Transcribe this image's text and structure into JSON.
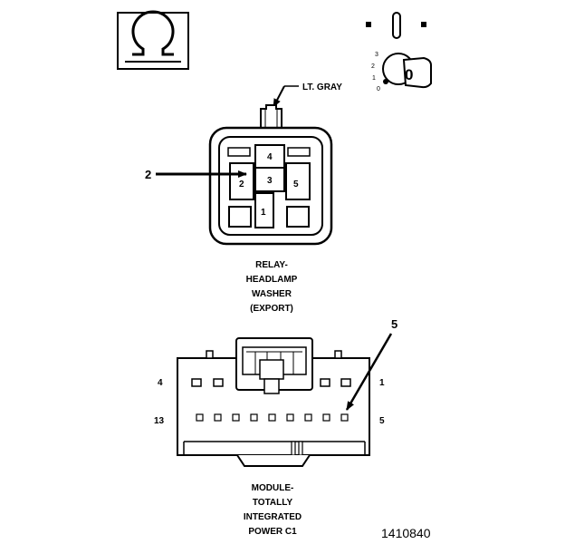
{
  "relay_connector": {
    "wire_color": "LT. GRAY",
    "callout_number": "2",
    "cavities": [
      "4",
      "3",
      "2",
      "5",
      "1"
    ],
    "title_lines": [
      "RELAY-",
      "HEADLAMP",
      "WASHER",
      "(EXPORT)"
    ]
  },
  "module_connector": {
    "callout_number": "5",
    "pin_top_left": "4",
    "pin_top_right": "1",
    "pin_bottom_left": "13",
    "pin_bottom_right": "5",
    "title_lines": [
      "MODULE-",
      "TOTALLY",
      "INTEGRATED",
      "POWER C1"
    ]
  },
  "ignition_switch": {
    "positions": [
      "3",
      "2",
      "1",
      "0"
    ],
    "key_label": "0"
  },
  "figure_number": "1410840",
  "colors": {
    "line": "#000000",
    "background": "#ffffff"
  },
  "icons": [
    "ohm-meter-icon",
    "ignition-key-icon"
  ]
}
